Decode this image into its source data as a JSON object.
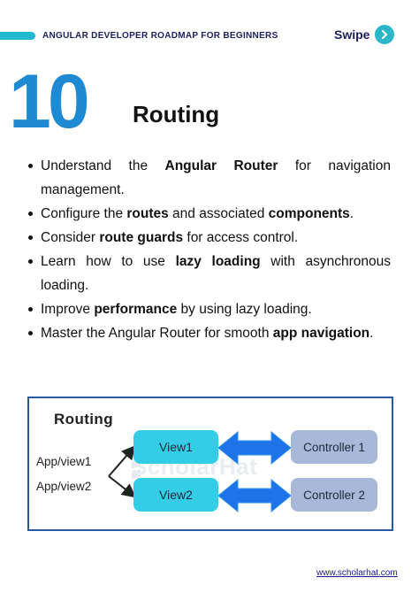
{
  "header": {
    "title": "ANGULAR DEVELOPER ROADMAP FOR BEGINNERS",
    "swipe_label": "Swipe"
  },
  "section": {
    "number": "10",
    "title": "Routing"
  },
  "bullets": [
    {
      "parts": [
        {
          "t": "Understand the ",
          "b": false
        },
        {
          "t": "Angular Router",
          "b": true
        },
        {
          "t": " for navigation management.",
          "b": false
        }
      ]
    },
    {
      "parts": [
        {
          "t": "Configure the ",
          "b": false
        },
        {
          "t": "routes",
          "b": true
        },
        {
          "t": " and associated ",
          "b": false
        },
        {
          "t": "components",
          "b": true
        },
        {
          "t": ".",
          "b": false
        }
      ]
    },
    {
      "parts": [
        {
          "t": "Consider ",
          "b": false
        },
        {
          "t": "route guards",
          "b": true
        },
        {
          "t": " for access control.",
          "b": false
        }
      ]
    },
    {
      "parts": [
        {
          "t": "Learn how to use ",
          "b": false
        },
        {
          "t": "lazy loading",
          "b": true
        },
        {
          "t": " with asynchronous loading.",
          "b": false
        }
      ]
    },
    {
      "parts": [
        {
          "t": "Improve ",
          "b": false
        },
        {
          "t": "performance",
          "b": true
        },
        {
          "t": " by using lazy loading.",
          "b": false
        }
      ]
    },
    {
      "parts": [
        {
          "t": "Master the Angular Router for smooth ",
          "b": false
        },
        {
          "t": "app navigation",
          "b": true
        },
        {
          "t": ".",
          "b": false
        }
      ]
    }
  ],
  "diagram": {
    "title": "Routing",
    "routes": [
      "App/view1",
      "App/view2"
    ],
    "views": [
      "View1",
      "View2"
    ],
    "controllers": [
      "Controller 1",
      "Controller 2"
    ],
    "watermark": "ScholarHat"
  },
  "footer": {
    "link": "www.scholarhat.com"
  },
  "colors": {
    "accent": "#22b8cf",
    "number": "#1e8ad3",
    "view_box": "#35cde6",
    "controller_box": "#a8b8d8",
    "arrow": "#1f73e8",
    "diagram_border": "#2a57a8"
  },
  "icons": {
    "swipe": "chevron-right-icon"
  }
}
